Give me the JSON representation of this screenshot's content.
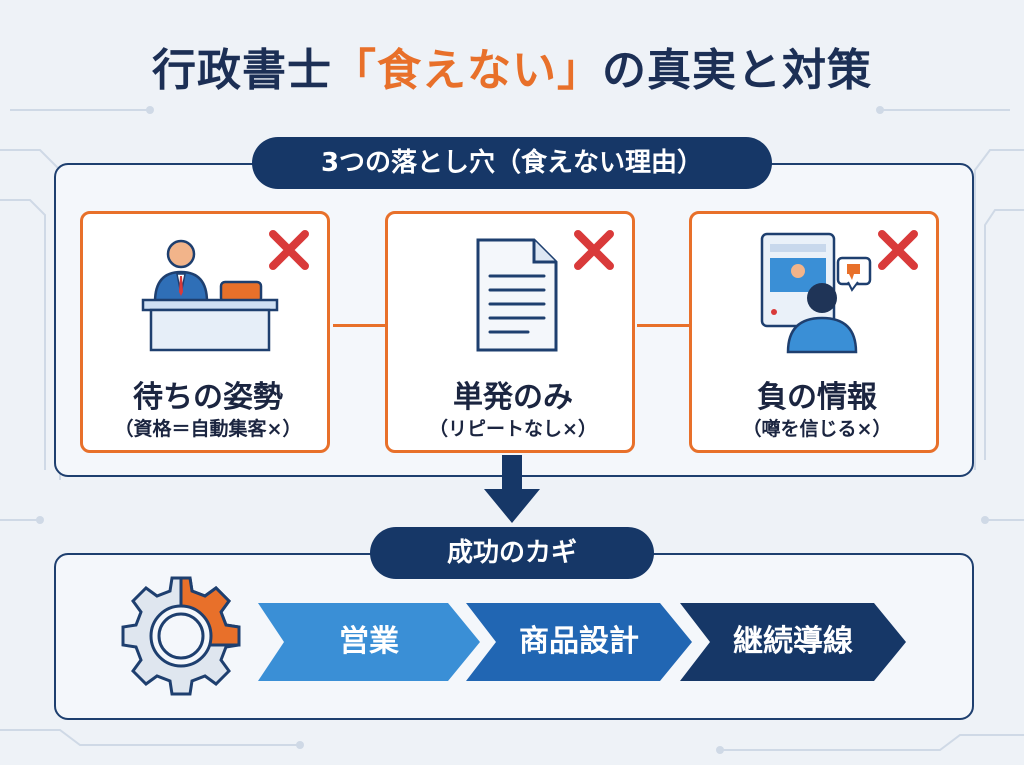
{
  "title": {
    "prefix": "行政書士",
    "highlight": "「食えない」",
    "suffix": "の真実と対策"
  },
  "problems": {
    "label": "3つの落とし穴（食えない理由）",
    "cards": [
      {
        "title": "待ちの姿勢",
        "subtitle": "（資格＝自動集客×）",
        "icon": "person-at-desk-icon"
      },
      {
        "title": "単発のみ",
        "subtitle": "（リピートなし×）",
        "icon": "document-icon"
      },
      {
        "title": "負の情報",
        "subtitle": "（噂を信じる×）",
        "icon": "social-media-icon"
      }
    ]
  },
  "success": {
    "label": "成功のカギ",
    "steps": [
      "営業",
      "商品設計",
      "継続導線"
    ]
  },
  "colors": {
    "navy": "#163767",
    "orange": "#e8702a",
    "red": "#d93a3a",
    "step1": "#3a8fd6",
    "step2": "#2166b3",
    "step3": "#163767"
  }
}
